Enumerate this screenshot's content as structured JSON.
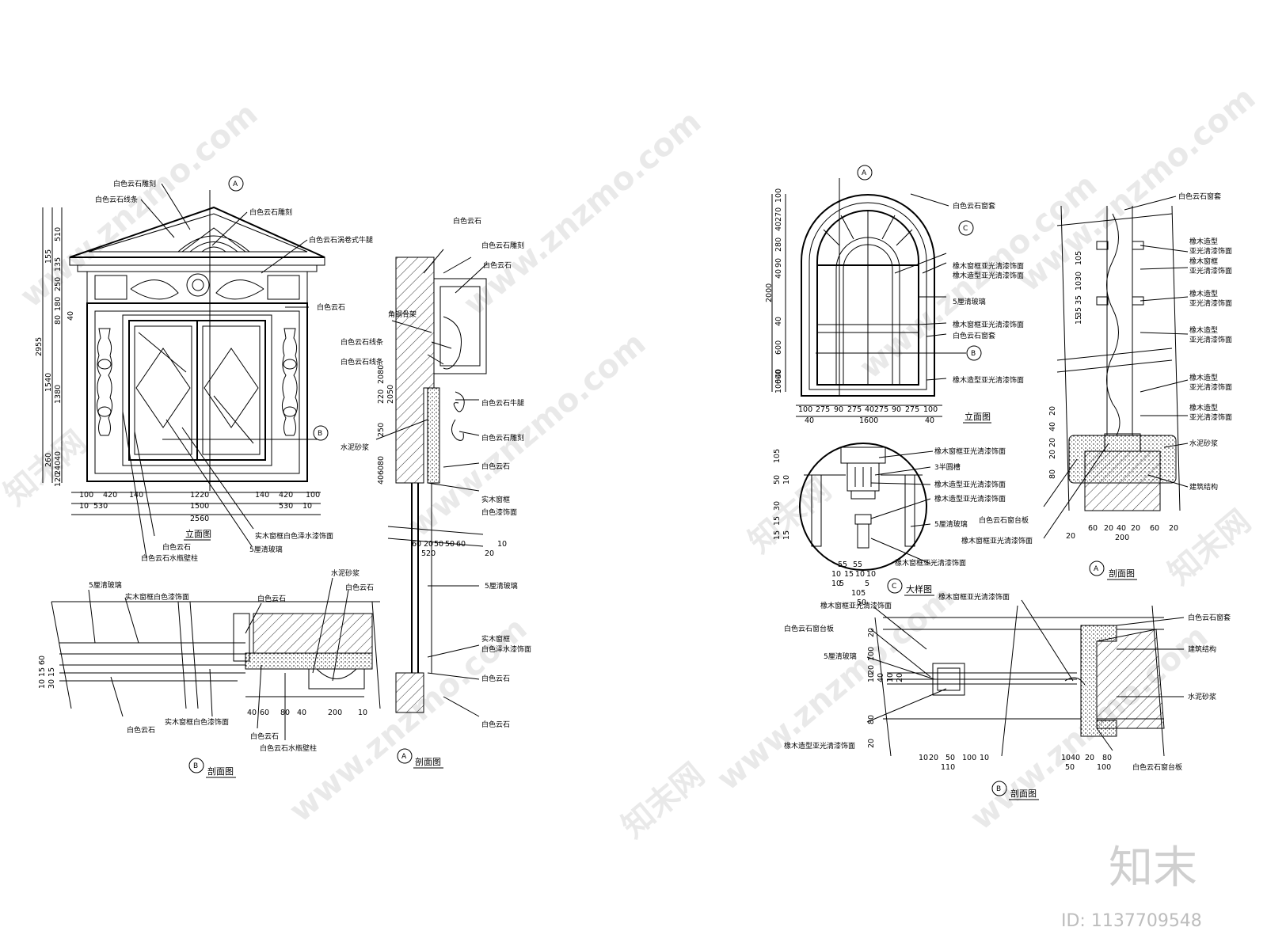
{
  "watermark": {
    "site": "www.znzmo.com",
    "brand": "知末网",
    "logo": "知末",
    "id": "ID: 1137709548"
  },
  "left": {
    "elevation": {
      "title": "立面图",
      "labels": [
        "白色云石雕刻",
        "白色云石线条",
        "白色云石雕刻",
        "白色云石涡卷式牛腿",
        "白色云石",
        "白色云石",
        "白色云石水瓶壁柱",
        "实木窗框白色泽水漆饰面",
        "5厘清玻璃"
      ],
      "h_dims_1": [
        "100",
        "420",
        "140",
        "1220",
        "140",
        "420",
        "100"
      ],
      "h_dims_2": [
        "10",
        "530",
        "1500",
        "530",
        "10"
      ],
      "h_total": "2560",
      "v_dims": [
        "510",
        "155",
        "135",
        "250",
        "180",
        "80",
        "40",
        "1540",
        "1380",
        "260",
        "40",
        "240",
        "120"
      ],
      "v_total": "2955"
    },
    "section_a": {
      "title": "剖面图",
      "mark": "A",
      "labels": [
        "白色云石",
        "白色云石雕刻",
        "白色云石",
        "角钢骨架",
        "白色云石线条",
        "白色云石线条",
        "白色云石牛腿",
        "白色云石雕刻",
        "水泥砂浆",
        "白色云石",
        "实木窗框",
        "白色漆饰面",
        "5厘清玻璃",
        "实木窗框",
        "白色泽水漆饰面",
        "白色云石",
        "白色云石"
      ],
      "v_dims": [
        "220",
        "2080",
        "2050",
        "250",
        "80",
        "60",
        "40"
      ],
      "h_dims": [
        "60",
        "20",
        "50",
        "50",
        "60",
        "10",
        "520",
        "20"
      ]
    },
    "section_b": {
      "title": "剖面图",
      "mark": "B",
      "labels": [
        "5厘清玻璃",
        "实木窗框白色漆饰面",
        "白色云石",
        "水泥砂浆",
        "白色云石",
        "实木窗框白色漆饰面",
        "白色云石",
        "白色云石",
        "白色云石水瓶壁柱"
      ],
      "h_dims": [
        "40",
        "60",
        "80",
        "40",
        "200",
        "10"
      ],
      "v_dims": [
        "10",
        "15",
        "60",
        "30",
        "15"
      ]
    }
  },
  "right": {
    "elevation": {
      "title": "立面图",
      "labels": [
        "白色云石窗套",
        "橡木窗框亚光清漆饰面",
        "橡木造型亚光清漆饰面",
        "5厘清玻璃",
        "橡木窗框亚光清漆饰面",
        "白色云石窗套",
        "橡木造型亚光清漆饰面"
      ],
      "h_dims_1": [
        "100",
        "275",
        "90",
        "275",
        "40",
        "275",
        "90",
        "275",
        "100"
      ],
      "h_dims_2": [
        "40",
        "1600",
        "40"
      ],
      "v_dims": [
        "100",
        "270",
        "40",
        "280",
        "90",
        "40",
        "2000",
        "40",
        "600",
        "40",
        "600",
        "100"
      ]
    },
    "detail_c": {
      "title": "大样图",
      "mark": "C",
      "labels": [
        "橡木窗框亚光清漆饰面",
        "3半圆槽",
        "橡木造型亚光清漆饰面",
        "橡木造型亚光清漆饰面",
        "5厘清玻璃",
        "橡木窗框亚光清漆饰面"
      ],
      "v_dims": [
        "105",
        "50",
        "10",
        "30",
        "15",
        "15",
        "15"
      ],
      "h_dims": [
        "55",
        "55",
        "10",
        "15",
        "10",
        "10",
        "5",
        "5",
        "10",
        "105",
        "50"
      ]
    },
    "section_a": {
      "title": "剖面图",
      "mark": "A",
      "labels": [
        "白色云石窗套",
        "橡木造型",
        "亚光清漆饰面",
        "橡木窗框",
        "亚光清漆饰面",
        "橡木造型",
        "亚光清漆饰面",
        "橡木造型",
        "亚光清漆饰面",
        "橡木造型",
        "亚光清漆饰面",
        "橡木造型",
        "亚光清漆饰面",
        "水泥砂浆",
        "建筑结构",
        "白色云石窗台板",
        "橡木窗框亚光清漆饰面"
      ],
      "v_dims": [
        "105",
        "30",
        "10",
        "35",
        "35",
        "15"
      ],
      "h_dims": [
        "20",
        "60",
        "20",
        "40",
        "20",
        "60",
        "20",
        "200"
      ],
      "v_dims_2": [
        "20",
        "40",
        "20",
        "20",
        "80"
      ]
    },
    "section_b": {
      "title": "剖面图",
      "mark": "B",
      "labels": [
        "橡木窗框亚光清漆饰面",
        "白色云石窗台板",
        "橡木窗框亚光清漆饰面",
        "5厘清玻璃",
        "白色云石窗套",
        "建筑结构",
        "水泥砂浆",
        "橡木造型亚光清漆饰面",
        "白色云石窗台板"
      ],
      "v_dims": [
        "20",
        "100",
        "20",
        "10",
        "40",
        "10",
        "20",
        "80",
        "20"
      ],
      "h_dims_1": [
        "10",
        "20",
        "50",
        "100",
        "10"
      ],
      "h_total_1": "110",
      "h_dims_2": [
        "10",
        "40",
        "20",
        "80"
      ],
      "h_dims_3": [
        "50",
        "100"
      ]
    }
  }
}
